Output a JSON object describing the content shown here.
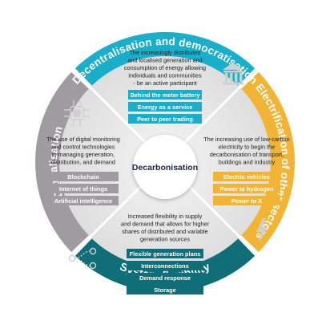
{
  "center": {
    "label": "Decarbonisation"
  },
  "outer_ring": {
    "top": {
      "label": "Decentralisation and democratisation",
      "color": "#19aeca"
    },
    "right": {
      "label": "Electrification of other sectors",
      "color": "#f1b434"
    },
    "bottom": {
      "label": "System flexibility",
      "color": "#0f6e78"
    },
    "left": {
      "label": "Digitalisation",
      "color": "#a09ba0"
    }
  },
  "quadrants": {
    "top": {
      "description": [
        "The increasingly distributed",
        "and localised generation and",
        "consumption of energy allowing",
        "individuals and communities",
        "- be an active participant"
      ],
      "items": [
        "Behind the meter battery",
        "Energy as a service",
        "Peer to peer trading"
      ],
      "icon": "building-columns-icon",
      "pill_color": "#19aeca"
    },
    "right": {
      "description": [
        "The increasing use of low-carbon",
        "electricity to begin the",
        "decarbonisation of transport,",
        "buildings and industry"
      ],
      "items": [
        "Electric vehicles",
        "Power to hydrogen",
        "Power to X"
      ],
      "icon": "lightning-bolt-icon",
      "pill_color": "#f1b434"
    },
    "bottom": {
      "description": [
        "Increased flexibility in supply",
        "and demand that allows for higher",
        "shares of distributed and variable",
        "generation sources"
      ],
      "items": [
        "Flexible generation plans",
        "Interconnections",
        "Demand response",
        "Storage"
      ],
      "icon": "network-flow-icon",
      "pill_color": "#0f6e78"
    },
    "left": {
      "description": [
        "The use of digital monitoring",
        "and control technologies",
        "in managing generation,",
        "distribution, and demand"
      ],
      "items": [
        "Blockchain",
        "Internet of things",
        "Artificial intelligence"
      ],
      "icon": "circuit-chip-icon",
      "pill_color": "#a09ba0"
    }
  }
}
